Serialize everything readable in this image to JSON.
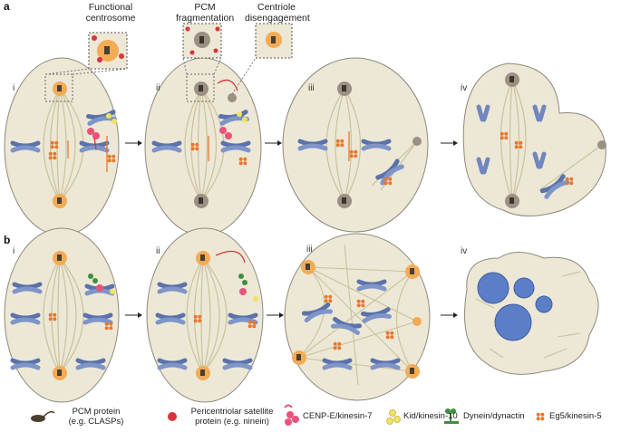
{
  "panel_a": {
    "letter": "a",
    "headers": [
      "Functional centrosome",
      "PCM fragmentation",
      "Centriole disengagement"
    ],
    "steps": [
      "i",
      "ii",
      "iii",
      "iv"
    ]
  },
  "panel_b": {
    "letter": "b",
    "steps": [
      "i",
      "ii",
      "iii",
      "iv"
    ]
  },
  "legend": {
    "pcm_protein": "PCM protein (e.g. CLASPs)",
    "pcm_protein_l1": "PCM protein",
    "pcm_protein_l2": "(e.g. CLASPs)",
    "satellite_l1": "Pericentriolar satellite",
    "satellite_l2": "protein (e.g. ninein)",
    "cenpe": "CENP-E/kinesin-7",
    "kid": "Kid/kinesin-10",
    "dynein": "Dynein/dynactin",
    "eg5": "Eg5/kinesin-5"
  },
  "colors": {
    "cell_fill": "#ede7d6",
    "cell_stroke": "#8d8a7c",
    "spindle": "#c9c39b",
    "centrosome": "#f3ab55",
    "centrosome_grey": "#9a9184",
    "chromosome": "#6f87bd",
    "eg5": "#e8772d",
    "cenpe": "#e7547a",
    "kid": "#f1e35e",
    "dynein": "#3f8f3d",
    "satellite": "#d9333b",
    "nucleus": "#5b7ec8"
  }
}
